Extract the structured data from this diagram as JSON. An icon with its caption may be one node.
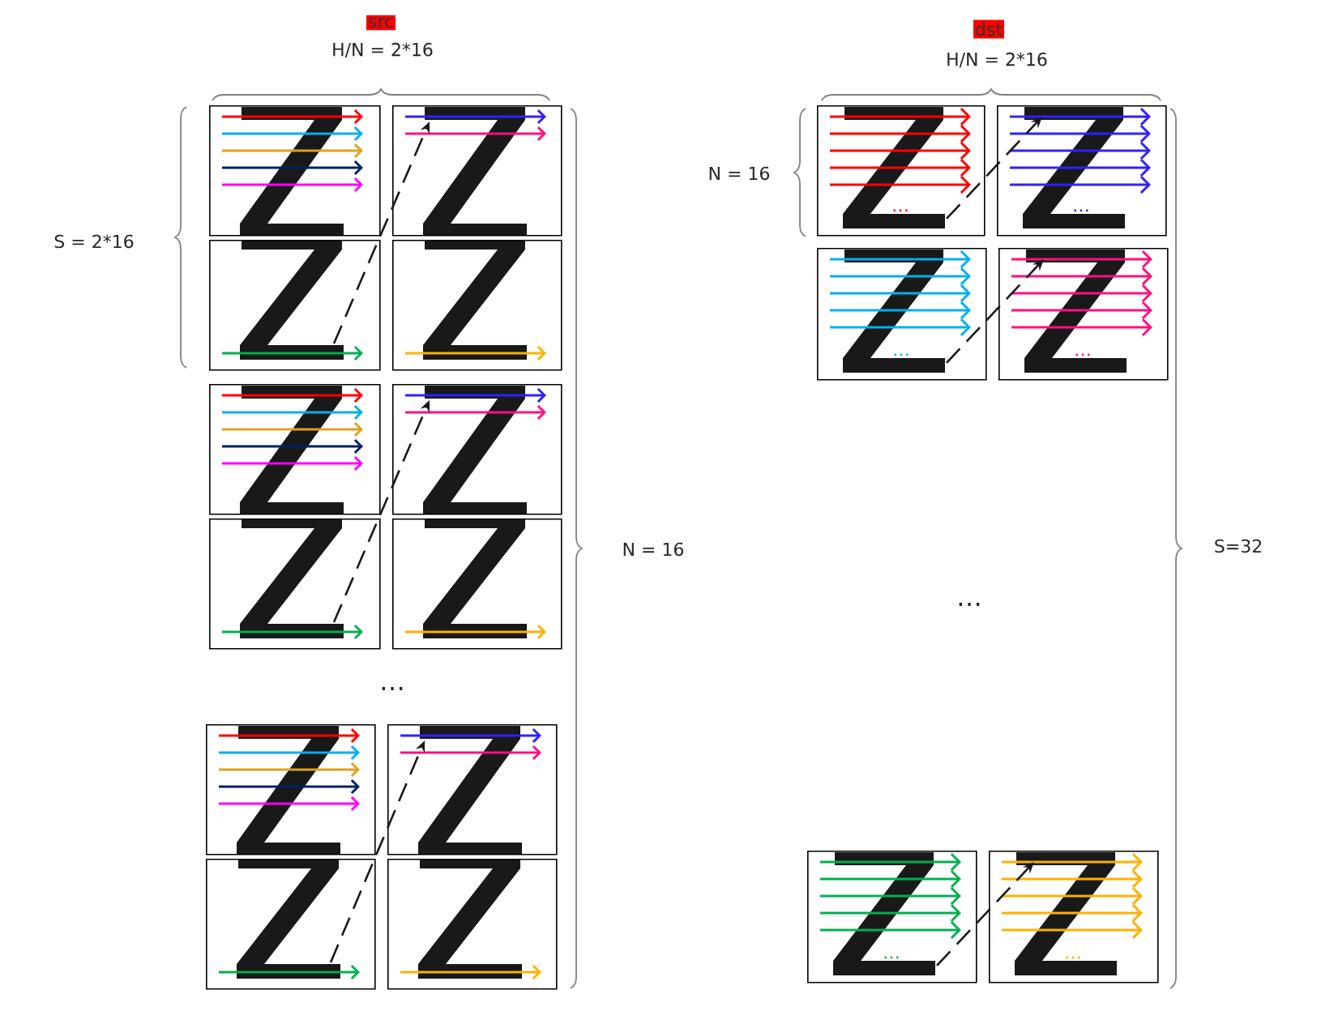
{
  "diagram": {
    "nodes": [
      {
        "text": [],
        "shape": "box"
      },
      {
        "text": [],
        "shape": "box"
      },
      {
        "text": [],
        "shape": "box"
      },
      {
        "text": [],
        "shape": "box"
      },
      {
        "text": [],
        "shape": "box"
      },
      {
        "text": [],
        "shape": "box"
      },
      {
        "text": [],
        "shape": "box"
      },
      {
        "text": [],
        "shape": "box"
      },
      {
        "text": [],
        "shape": "box"
      },
      {
        "text": [],
        "shape": "box"
      },
      {
        "text": [],
        "shape": "box"
      },
      {
        "text": [],
        "shape": "box"
      },
      {
        "text": [
          "…"
        ]
      },
      {
        "text": [
          "…"
        ]
      },
      {
        "text": [
          "…"
        ]
      },
      {
        "text": [
          "…"
        ]
      },
      {
        "text": [
          "…"
        ]
      },
      {
        "text": [
          "…"
        ]
      }
    ],
    "edges": [
      {
        "from": 2,
        "to": 1,
        "arrow": "to",
        "style": "dashed"
      },
      {
        "from": 6,
        "to": 5,
        "arrow": "to",
        "style": "dashed"
      },
      {
        "from": 10,
        "to": 9,
        "arrow": "to",
        "style": "dashed"
      },
      {
        "from": 12,
        "to": 13,
        "arrow": "to",
        "style": "dashed"
      },
      {
        "from": 14,
        "to": 15,
        "arrow": "to",
        "style": "dashed"
      },
      {
        "from": 16,
        "to": 17,
        "arrow": "to",
        "style": "dashed"
      }
    ],
    "labels": [
      "src",
      "dst",
      "H/N = 2*16",
      "H/N = 2*16",
      "N = 16",
      "S = 2*16",
      "S=32",
      "N = 16",
      "…",
      "…"
    ]
  }
}
